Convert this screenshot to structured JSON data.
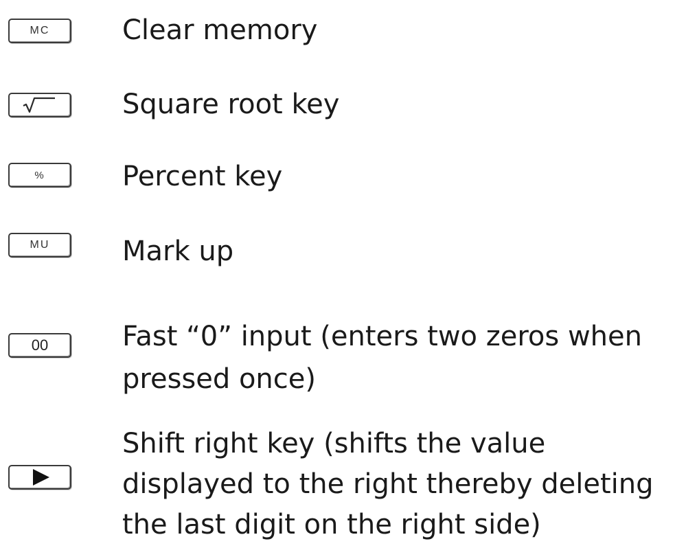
{
  "rows": [
    {
      "key_label": "MC",
      "icon": "mc-key",
      "description_lines": [
        "Clear memory"
      ]
    },
    {
      "key_label": "",
      "icon": "square-root-icon",
      "description_lines": [
        "Square root key"
      ]
    },
    {
      "key_label": "%",
      "icon": "percent-key",
      "description_lines": [
        "Percent key"
      ]
    },
    {
      "key_label": "MU",
      "icon": "mu-key",
      "description_lines": [
        "Mark up"
      ]
    },
    {
      "key_label": "00",
      "icon": "double-zero-key",
      "description_lines": [
        "Fast “0” input (enters two zeros when",
        "pressed once)"
      ]
    },
    {
      "key_label": "",
      "icon": "play-triangle-icon",
      "description_lines": [
        "Shift right key (shifts the value",
        "displayed to the right thereby deleting",
        "the last digit on the right side)"
      ]
    }
  ]
}
